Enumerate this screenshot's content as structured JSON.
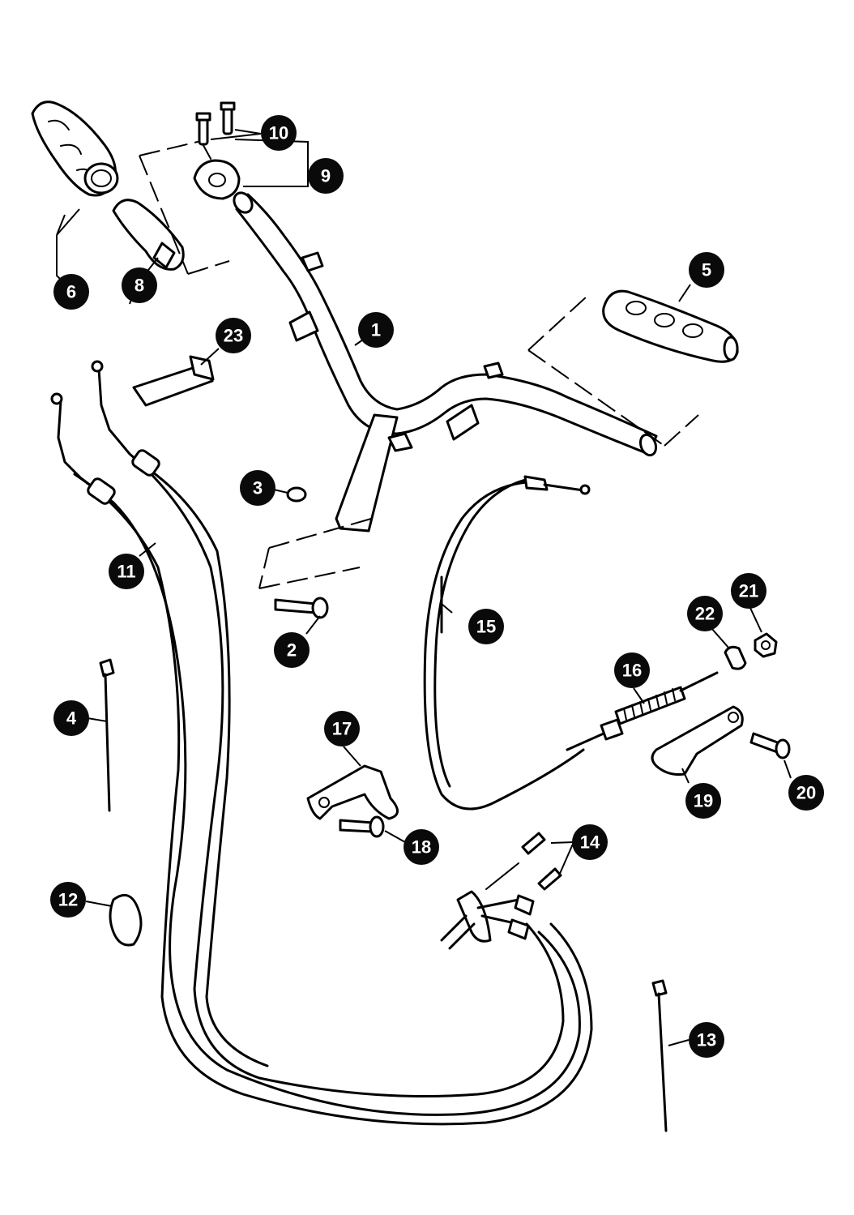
{
  "callouts": {
    "c1": "1",
    "c2": "2",
    "c3": "3",
    "c4": "4",
    "c5": "5",
    "c6": "6",
    "c8": "8",
    "c9": "9",
    "c10": "10",
    "c11": "11",
    "c12": "12",
    "c13": "13",
    "c14": "14",
    "c15": "15",
    "c16": "16",
    "c17": "17",
    "c18": "18",
    "c19": "19",
    "c20": "20",
    "c21": "21",
    "c22": "22",
    "c23": "23"
  }
}
